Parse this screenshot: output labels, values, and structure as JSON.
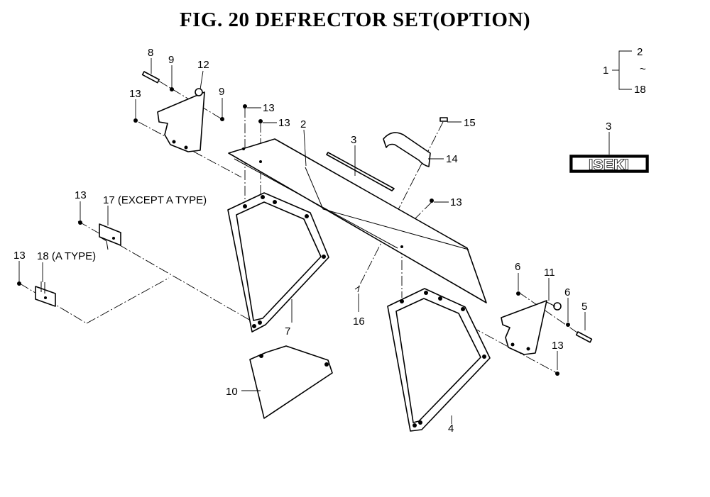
{
  "title": "FIG. 20  DEFRECTOR SET(OPTION)",
  "logo_text": "ISEKI",
  "assembly": {
    "label": "1",
    "range_start": "2",
    "range_sep": "~",
    "range_end": "18"
  },
  "callouts": {
    "c2": "2",
    "c3_panel": "3",
    "c3_logo": "3",
    "c4": "4",
    "c5": "5",
    "c6a": "6",
    "c6b": "6",
    "c7": "7",
    "c8": "8",
    "c9a": "9",
    "c9b": "9",
    "c10": "10",
    "c11": "11",
    "c12": "12",
    "c13a": "13",
    "c13b": "13",
    "c13c": "13",
    "c13d": "13",
    "c13e": "13",
    "c13f": "13",
    "c13g": "13",
    "c14": "14",
    "c15": "15",
    "c16": "16",
    "c17": "17 (EXCEPT A TYPE)",
    "c18": "18 (A TYPE)"
  }
}
